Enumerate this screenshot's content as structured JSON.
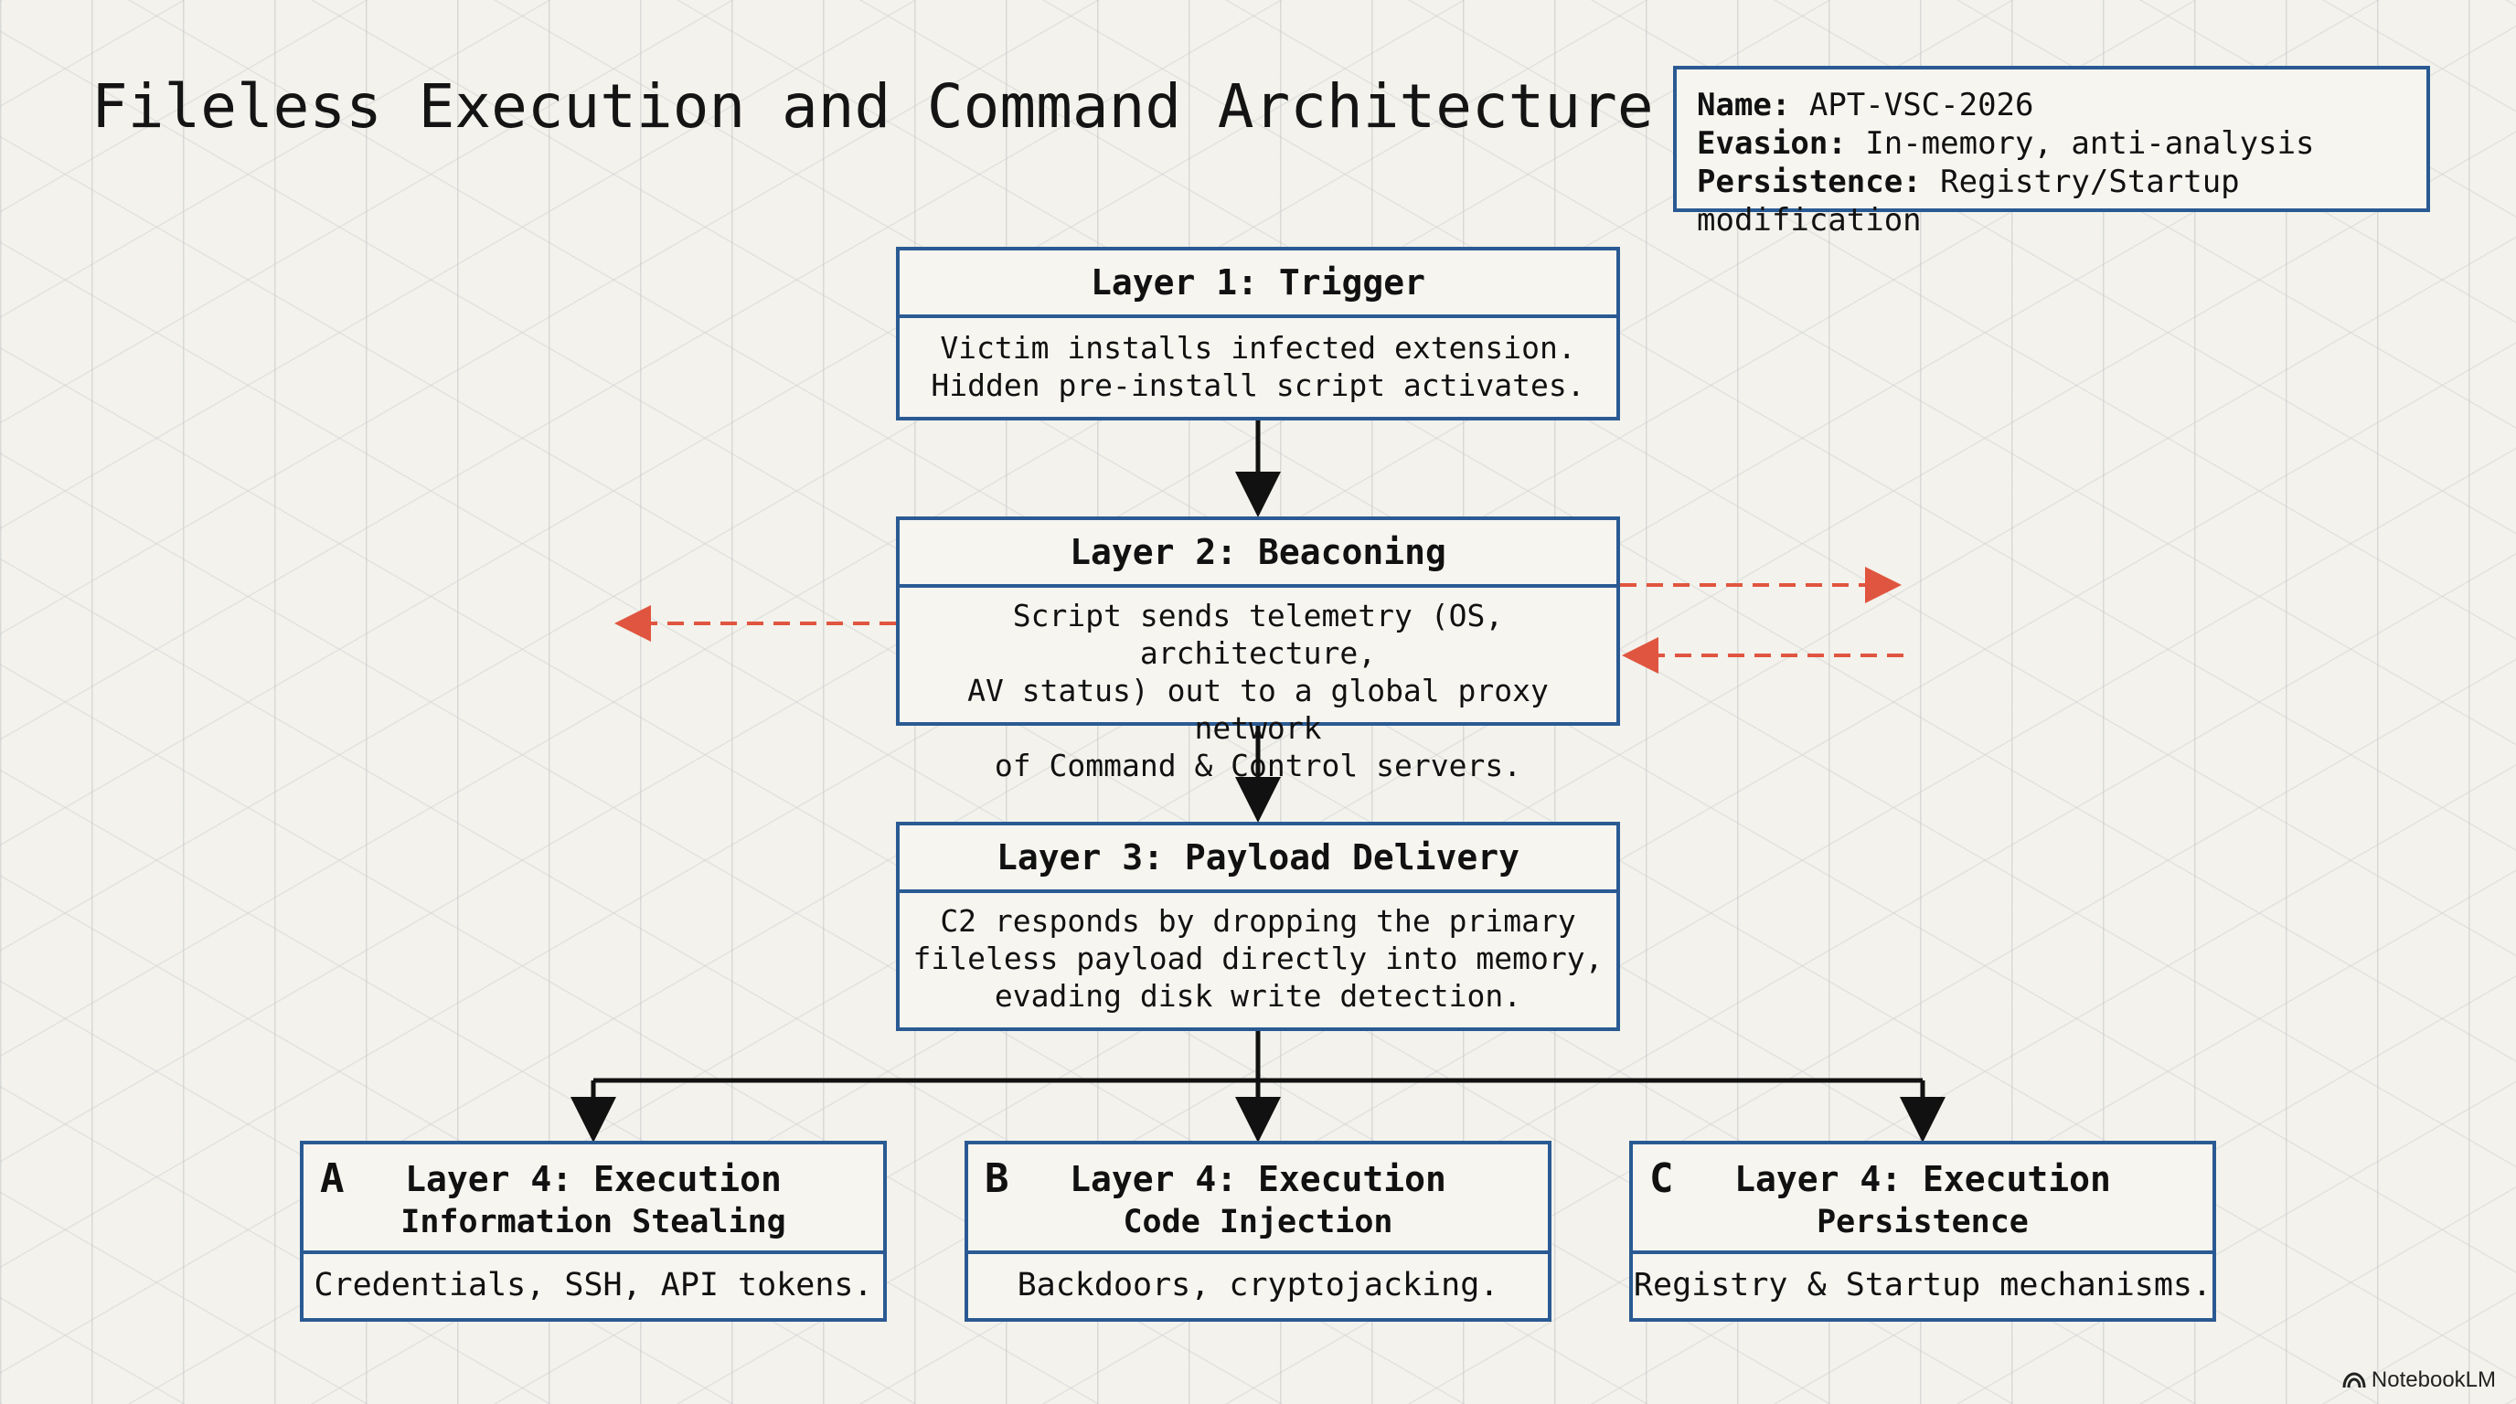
{
  "title": "Fileless Execution and Command Architecture",
  "info": {
    "name_label": "Name:",
    "name_value": "APT-VSC-2026",
    "evasion_label": "Evasion:",
    "evasion_value": "In-memory, anti-analysis",
    "persistence_label": "Persistence:",
    "persistence_value": "Registry/Startup modification"
  },
  "layer1": {
    "title": "Layer 1: Trigger",
    "body": "Victim installs infected extension.\nHidden pre-install script activates."
  },
  "layer2": {
    "title": "Layer 2: Beaconing",
    "body": "Script sends telemetry (OS, architecture,\nAV status) out to a global proxy network\nof Command & Control servers."
  },
  "layer3": {
    "title": "Layer 3: Payload Delivery",
    "body": "C2 responds by dropping the primary\nfileless payload directly into memory,\nevading disk write detection."
  },
  "layer4": [
    {
      "letter": "A",
      "title": "Layer 4: Execution",
      "subtitle": "Information Stealing",
      "body": "Credentials, SSH, API tokens."
    },
    {
      "letter": "B",
      "title": "Layer 4: Execution",
      "subtitle": "Code Injection",
      "body": "Backdoors, cryptojacking."
    },
    {
      "letter": "C",
      "title": "Layer 4: Execution",
      "subtitle": "Persistence",
      "body": "Registry & Startup mechanisms."
    }
  ],
  "colors": {
    "box_border": "#2a5a93",
    "arrow": "#111111",
    "c2_arrow": "#e0553f"
  },
  "branding": "NotebookLM"
}
